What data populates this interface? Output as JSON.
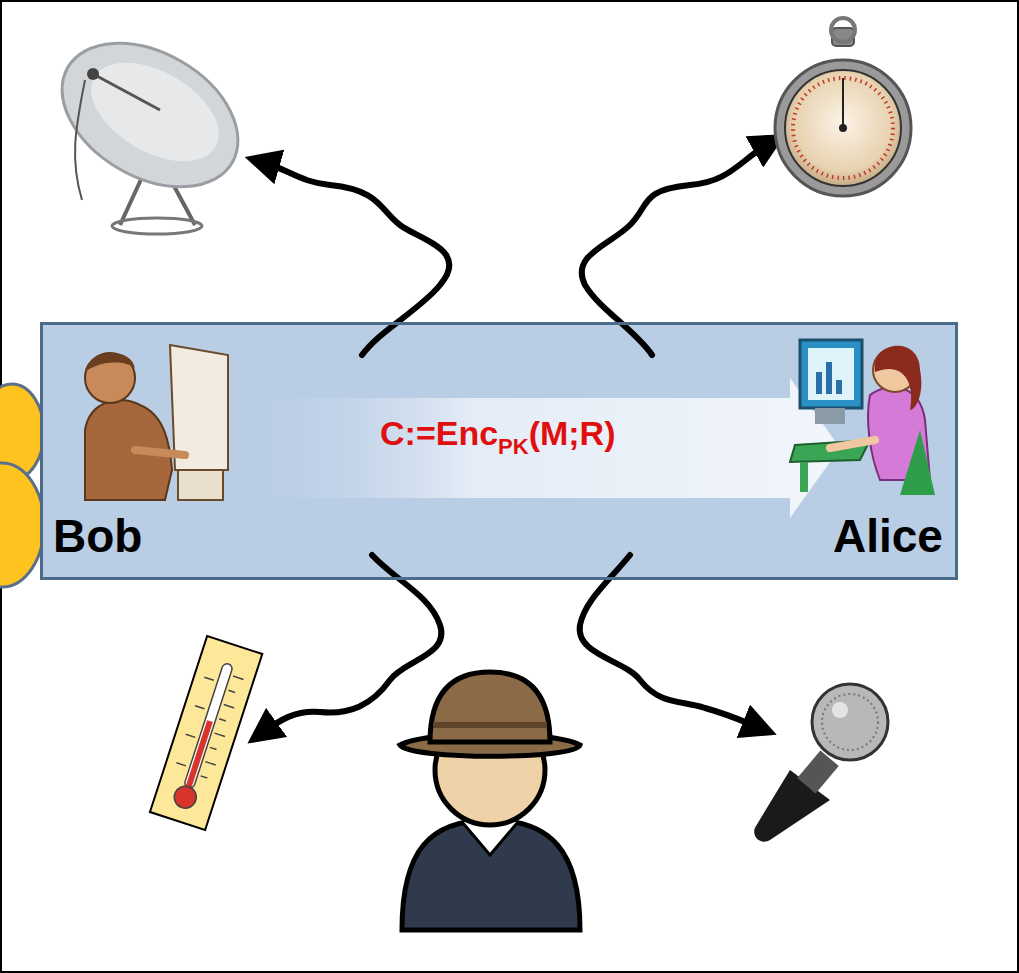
{
  "diagram": {
    "nodes": [
      {
        "text": [
          "C:=Enc",
          "PK",
          "(M;R)",
          "Bob",
          "Alice"
        ]
      }
    ]
  }
}
